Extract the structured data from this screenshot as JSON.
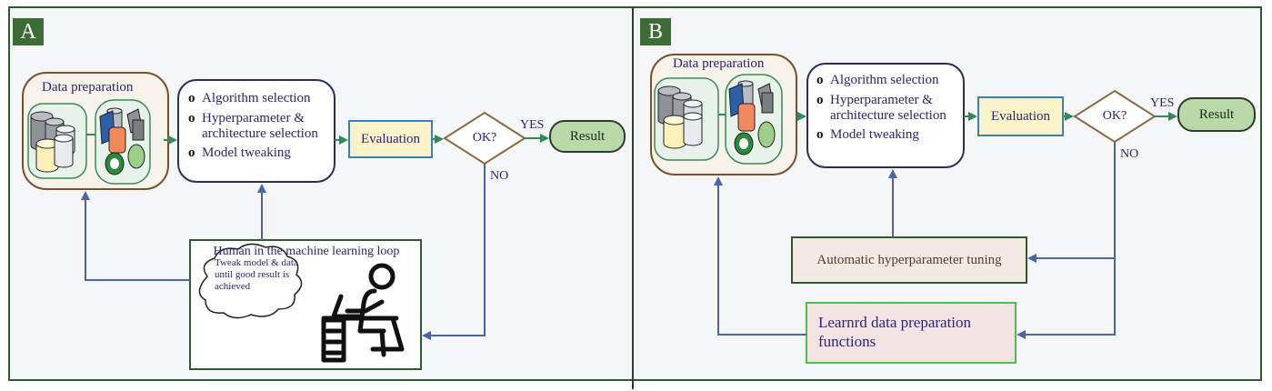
{
  "panel_a": {
    "label": "A",
    "data_preparation": "Data preparation",
    "steps": [
      "Algorithm selection",
      "Hyperparameter & architecture selection",
      "Model tweaking"
    ],
    "bullet": "o",
    "evaluation": "Evaluation",
    "decision": "OK?",
    "yes": "YES",
    "no": "NO",
    "result": "Result",
    "human_loop_title": "Human in the machine learning loop",
    "cloud_text": "Tweak model & data until good result is achieved"
  },
  "panel_b": {
    "label": "B",
    "data_preparation": "Data preparation",
    "steps": [
      "Algorithm selection",
      "Hyperparameter & architecture selection",
      "Model tweaking"
    ],
    "bullet": "o",
    "evaluation": "Evaluation",
    "decision": "OK?",
    "yes": "YES",
    "no": "NO",
    "result": "Result",
    "auto_tuning": "Automatic hyperparameter tuning",
    "learned_prep": "Learnrd data preparation functions"
  },
  "colors": {
    "frame": "#2f5a2f",
    "label_bg": "#3d6b35",
    "panel_bg": "#f4f6f8",
    "arrow_blue": "#4a63b0",
    "arrow_green": "#2f8a5a",
    "prep_border": "#7a4f2a",
    "steps_border": "#2b2a6b",
    "eval_fill": "#fdf3c9",
    "eval_border": "#3c7fb8",
    "decision_border": "#8a6a3c",
    "result_fill": "#b9d9a8",
    "human_border": "#2f5a2f",
    "auto_fill": "#f4eae4",
    "auto_border": "#2f5a2f",
    "learned_fill": "#f3e4e3",
    "learned_border": "#4cbf4c",
    "text_navy": "#2b2478"
  }
}
